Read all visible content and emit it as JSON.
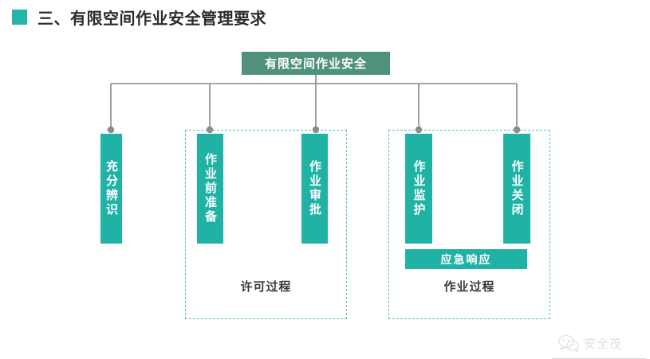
{
  "header": {
    "bullet_icon": "square-bullet-icon",
    "title": "三、有限空间作业安全管理要求",
    "bullet_color": "#22b5a8"
  },
  "diagram": {
    "type": "tree",
    "root": {
      "label": "有限空间作业安全",
      "color": "#4f9279"
    },
    "node_color": "#21b2a6",
    "group_border_color": "#5fbfb4",
    "connector_color": "#8a8a8a",
    "nodes": [
      {
        "label": "充分辨识",
        "group": null
      },
      {
        "label": "作业前准备",
        "group": "permit"
      },
      {
        "label": "作业审批",
        "group": "permit"
      },
      {
        "label": "作业监护",
        "group": "operation"
      },
      {
        "label": "作业关闭",
        "group": "operation"
      }
    ],
    "groups": [
      {
        "id": "permit",
        "caption": "许可过程"
      },
      {
        "id": "operation",
        "caption": "作业过程"
      }
    ],
    "extra_bars": [
      {
        "label": "应急响应",
        "group": "operation"
      }
    ]
  },
  "watermark": {
    "logo_icon": "wechat-logo-icon",
    "text": "安全茂"
  }
}
